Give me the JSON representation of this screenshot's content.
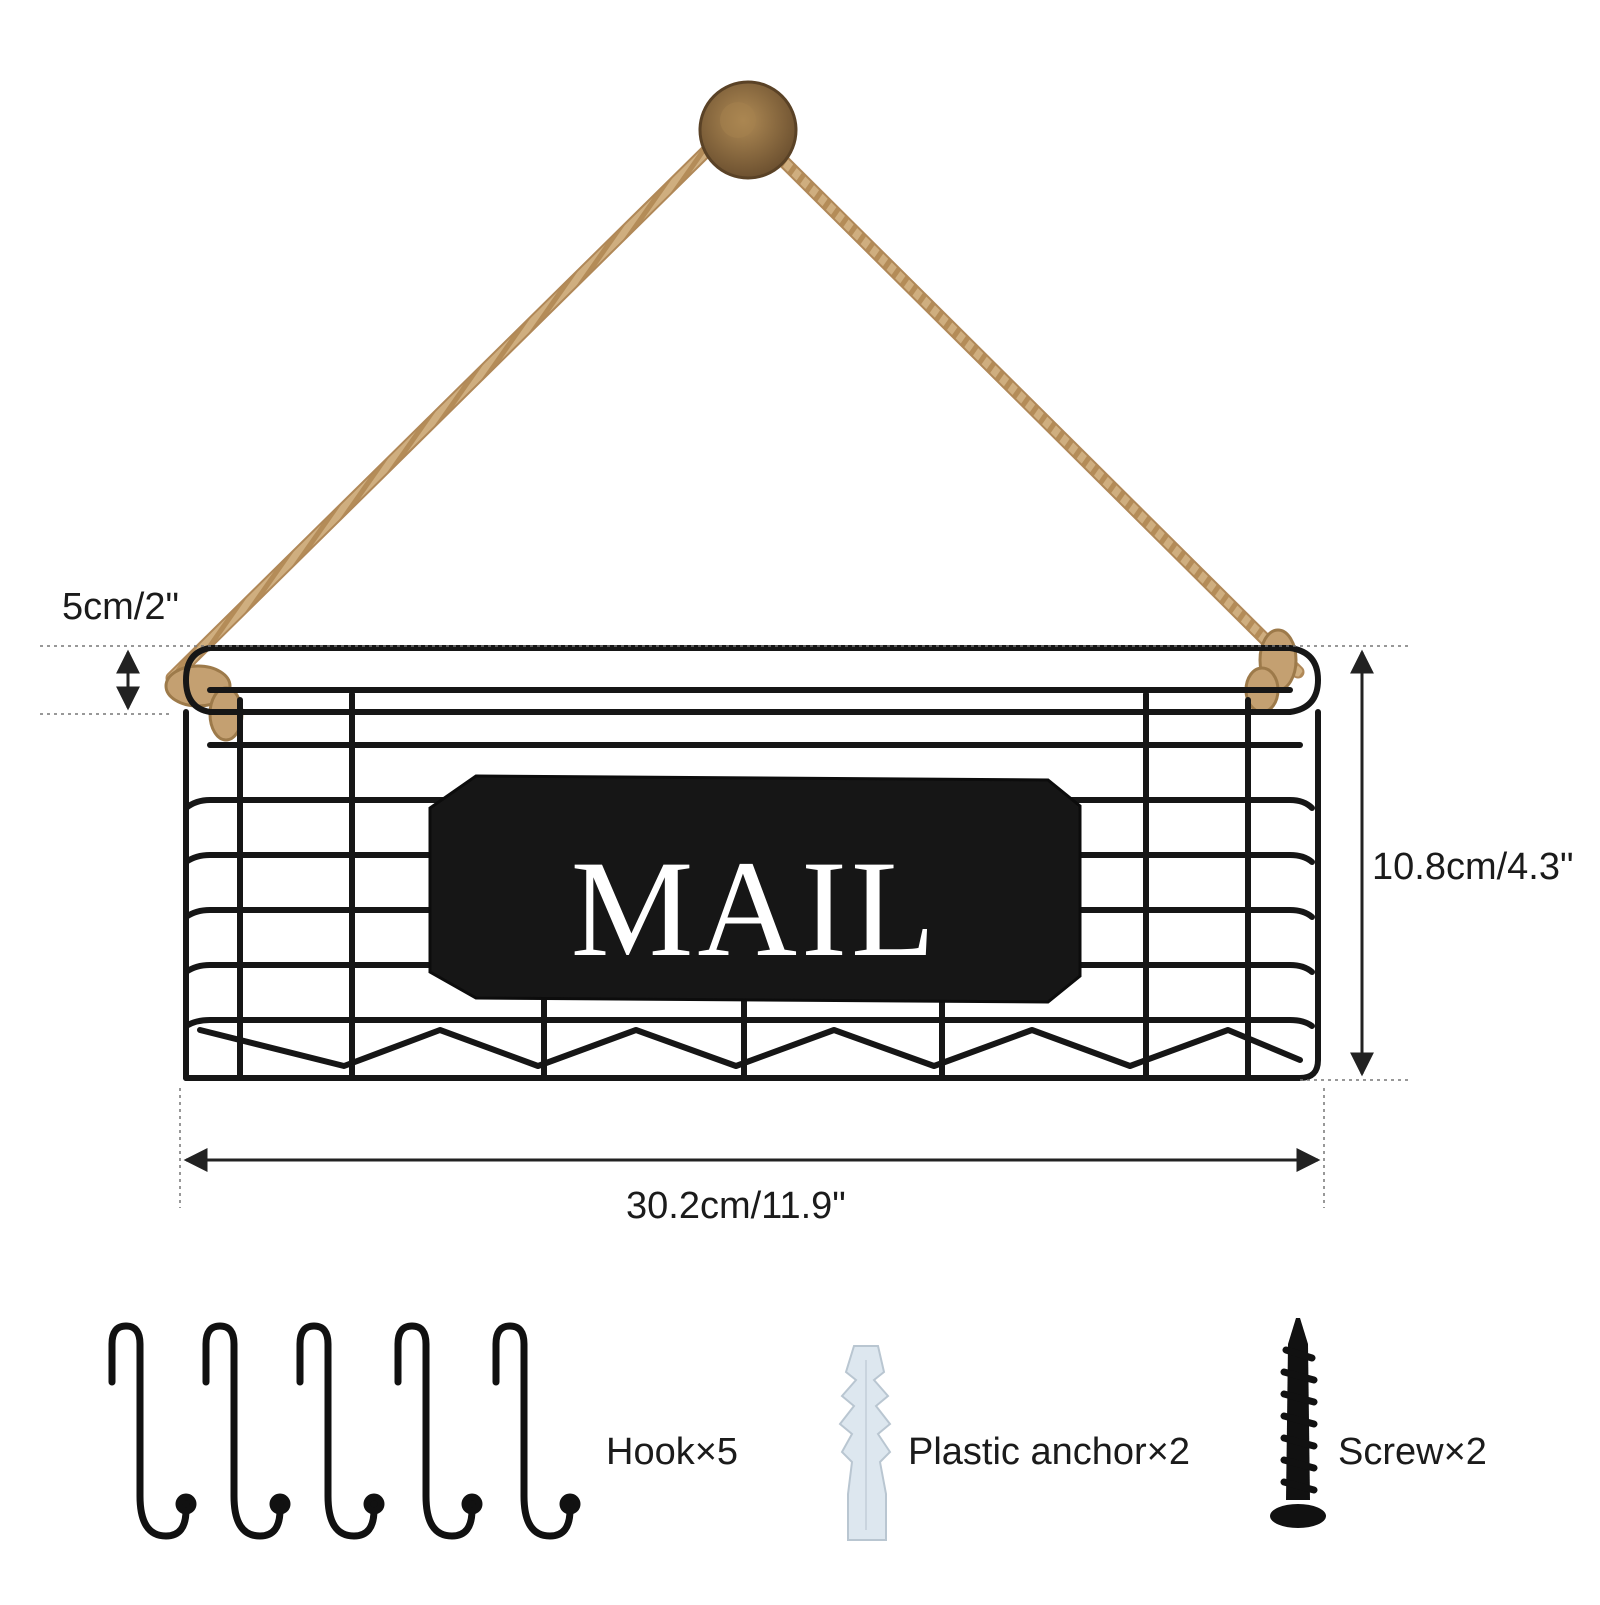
{
  "dimensions": {
    "basket_rim_height": "5cm/2\"",
    "basket_total_height": "10.8cm/4.3\"",
    "basket_width": "30.2cm/11.9\""
  },
  "sign": {
    "text": "MAIL"
  },
  "accessories": {
    "hook_label": "Hook×5",
    "anchor_label": "Plastic anchor×2",
    "screw_label": "Screw×2"
  },
  "colors": {
    "wire": "#161616",
    "rope": "#c9a97a",
    "peg": "#8a6a3e",
    "sign_board": "#161616",
    "anchor": "#dde7ef",
    "dimension_line": "#222222"
  },
  "icons": [
    "wall-peg-icon",
    "jute-rope-icon",
    "wire-basket-icon",
    "s-hook-icon",
    "plastic-anchor-icon",
    "screw-icon"
  ]
}
